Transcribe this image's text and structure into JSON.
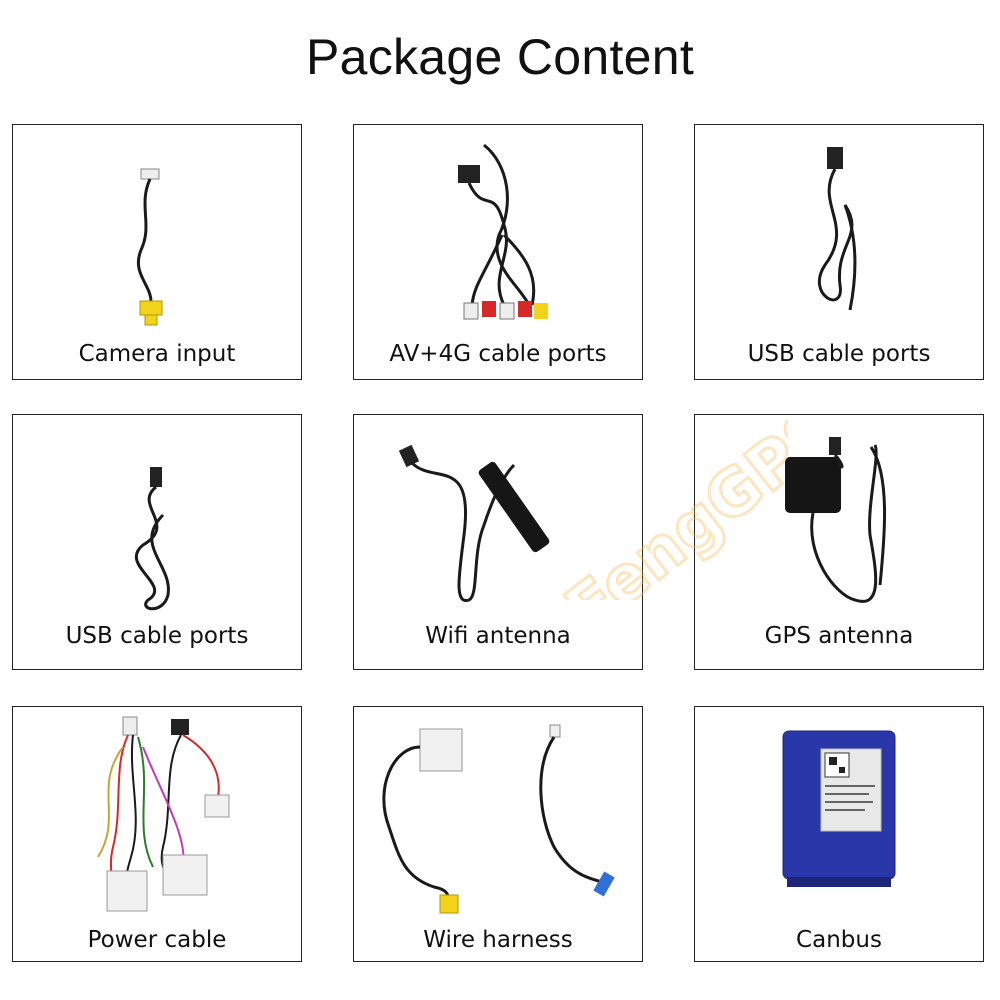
{
  "page": {
    "title": "Package Content"
  },
  "items": [
    {
      "label": "Camera input",
      "icon": "camera-input-cable-icon"
    },
    {
      "label": "AV+4G cable ports",
      "icon": "av-4g-cable-icon"
    },
    {
      "label": "USB cable ports",
      "icon": "usb-cable-icon"
    },
    {
      "label": "USB cable ports",
      "icon": "usb-cable-coiled-icon"
    },
    {
      "label": "Wifi antenna",
      "icon": "wifi-antenna-icon"
    },
    {
      "label": "GPS antenna",
      "icon": "gps-antenna-icon"
    },
    {
      "label": "Power cable",
      "icon": "power-cable-icon"
    },
    {
      "label": "Wire harness",
      "icon": "wire-harness-icon"
    },
    {
      "label": "Canbus",
      "icon": "canbus-box-icon"
    }
  ],
  "watermark": {
    "text": "FengGPS",
    "color": "#f4b64a"
  },
  "colors": {
    "cable": "#1a1a1a",
    "rca_yellow": "#f2d21b",
    "rca_red": "#d62828",
    "canbus_blue": "#2a37a8"
  }
}
